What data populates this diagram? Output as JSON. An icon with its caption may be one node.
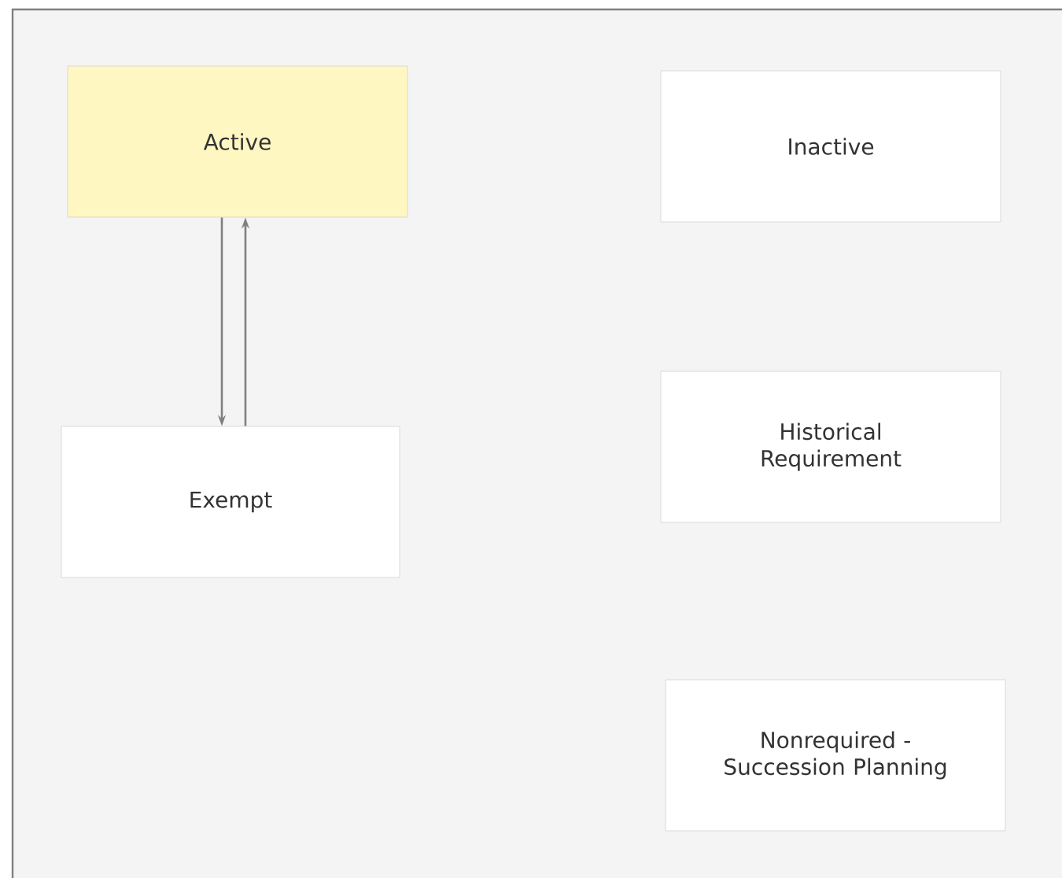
{
  "diagram": {
    "nodes": [
      {
        "text": [
          "Active"
        ]
      },
      {
        "text": [
          "Inactive"
        ]
      },
      {
        "text": [
          "Exempt"
        ]
      },
      {
        "text": [
          "Historical Requirement"
        ]
      },
      {
        "text": [
          "Nonrequired - Succession Planning"
        ]
      }
    ],
    "edges": [
      {
        "from": 0,
        "to": 2,
        "arrow": "to"
      },
      {
        "from": 2,
        "to": 0,
        "arrow": "to"
      }
    ]
  }
}
